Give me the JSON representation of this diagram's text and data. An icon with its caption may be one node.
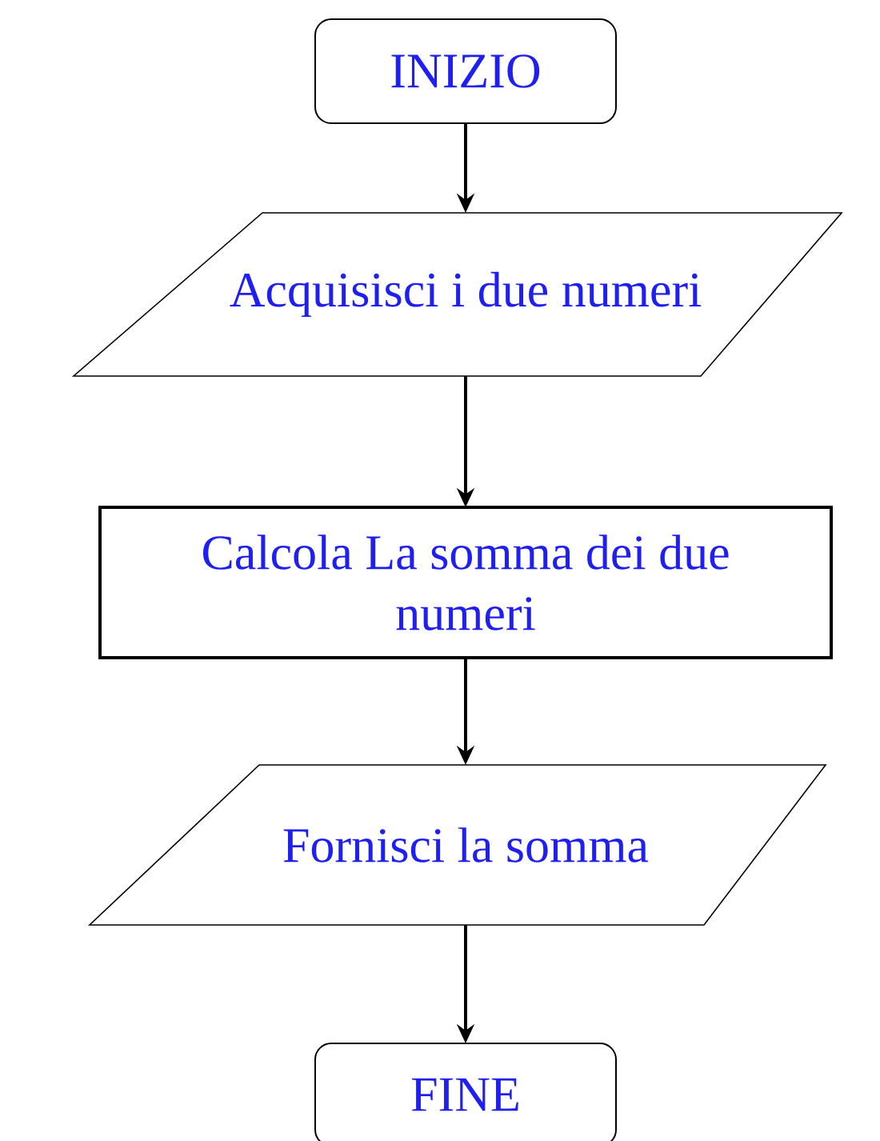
{
  "diagram": {
    "nodes": [
      {
        "text": [
          "INIZIO"
        ]
      },
      {
        "text": [
          "Acquisisci i due numeri"
        ]
      },
      {
        "text": [
          "Calcola La somma dei due numeri"
        ]
      },
      {
        "text": [
          "Fornisci la somma"
        ]
      },
      {
        "text": [
          "FINE"
        ]
      }
    ],
    "edges": [
      {
        "from": 0,
        "to": 1,
        "arrow": "to"
      },
      {
        "from": 1,
        "to": 2,
        "arrow": "to"
      },
      {
        "from": 2,
        "to": 3,
        "arrow": "to"
      },
      {
        "from": 3,
        "to": 4,
        "arrow": "to"
      }
    ]
  }
}
